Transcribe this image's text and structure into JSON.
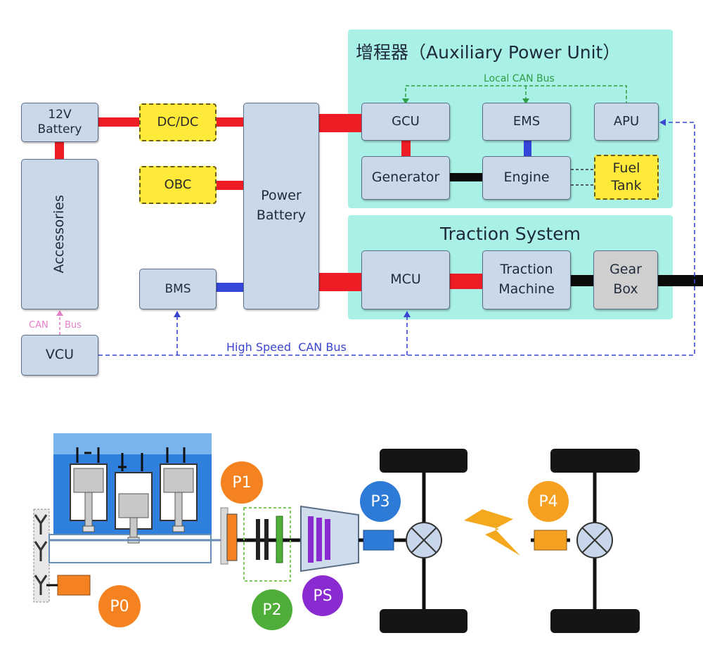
{
  "top": {
    "apu_title": "增程器（Auxiliary Power Unit）",
    "traction_title": "Traction System",
    "local_can": "Local CAN Bus",
    "high_can": "High Speed  CAN Bus",
    "can_bus_left": "CAN",
    "can_bus_right": "Bus",
    "blocks": {
      "battery12v": "12V\nBattery",
      "accessories": "Accessories",
      "vcu": "VCU",
      "dcdc": "DC/DC",
      "obc": "OBC",
      "bms": "BMS",
      "power_battery": "Power\nBattery",
      "gcu": "GCU",
      "ems": "EMS",
      "apu": "APU",
      "generator": "Generator",
      "engine": "Engine",
      "fuel_tank": "Fuel\nTank",
      "mcu": "MCU",
      "traction_machine": "Traction\nMachine",
      "gear_box": "Gear\nBox"
    }
  },
  "bottom": {
    "labels": {
      "p0": "P0",
      "p1": "P1",
      "p2": "P2",
      "p3": "P3",
      "p4": "P4",
      "ps": "PS"
    },
    "colors": {
      "orange": "#f58220",
      "green": "#4fae3a",
      "blue": "#2d7bd6",
      "purple": "#8a2bd2",
      "engine_blue": "#2f7fdc"
    }
  }
}
